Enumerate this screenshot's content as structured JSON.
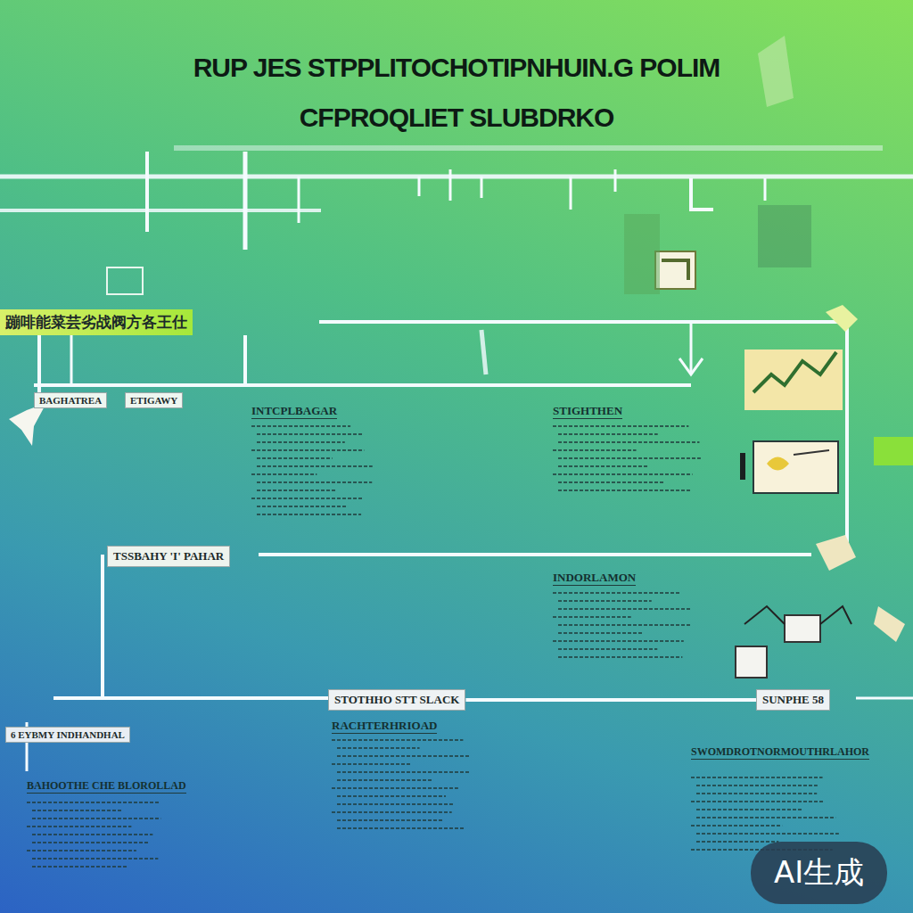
{
  "diagram": {
    "title": "RUP JES STPPLITOCHOTIPNHUIN.G POLIM CFPROQLIET SLUBDRKO",
    "nodes": [
      {
        "text": [
          "蹦啡能菜芸劣战阀方各王仕"
        ]
      },
      {
        "text": [
          "BAGHATREA"
        ]
      },
      {
        "text": [
          "ETIGAWY"
        ]
      },
      {
        "text": [
          "TSSBAHY 'I' PAHAR"
        ]
      },
      {
        "text": [
          "STOTHHO STT SLACK"
        ]
      },
      {
        "text": [
          "SUNPHE 58"
        ]
      },
      {
        "text": [
          "6 EYBMY INDHANDHAL"
        ]
      }
    ],
    "edges": [
      {
        "from": 0,
        "to": 1,
        "arrow": "none"
      },
      {
        "from": 4,
        "to": 5,
        "arrow": "none"
      }
    ],
    "labels": [
      "INTCPLBAGAR",
      "STIGHTHEN",
      "INDORLAMON",
      "RACHTERHRIOAD",
      "SWOMDROTNORMOUTHRLAHOR",
      "BAHOOTHE CHE BLOROLLAD",
      "AI生成"
    ]
  }
}
